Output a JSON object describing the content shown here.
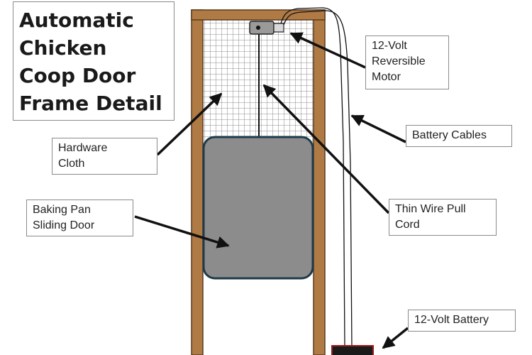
{
  "title_lines": [
    "Automatic",
    "Chicken",
    "Coop Door",
    "Frame Detail"
  ],
  "labels": {
    "motor": "12-Volt\nReversible\nMotor",
    "battery_cables": "Battery Cables",
    "hardware_cloth": "Hardware\nCloth",
    "pull_cord": "Thin Wire Pull\nCord",
    "sliding_door": "Baking Pan\nSliding Door",
    "battery": "12-Volt Battery"
  },
  "colors": {
    "wood_frame": "#b07a45",
    "wood_edge": "#5a3a1e",
    "door_fill": "#8c8c8c",
    "door_border": "#1f3a4a",
    "mesh": "#6a6a6a",
    "battery_fill": "#1a1a1a",
    "battery_border": "#9b1c1c"
  }
}
